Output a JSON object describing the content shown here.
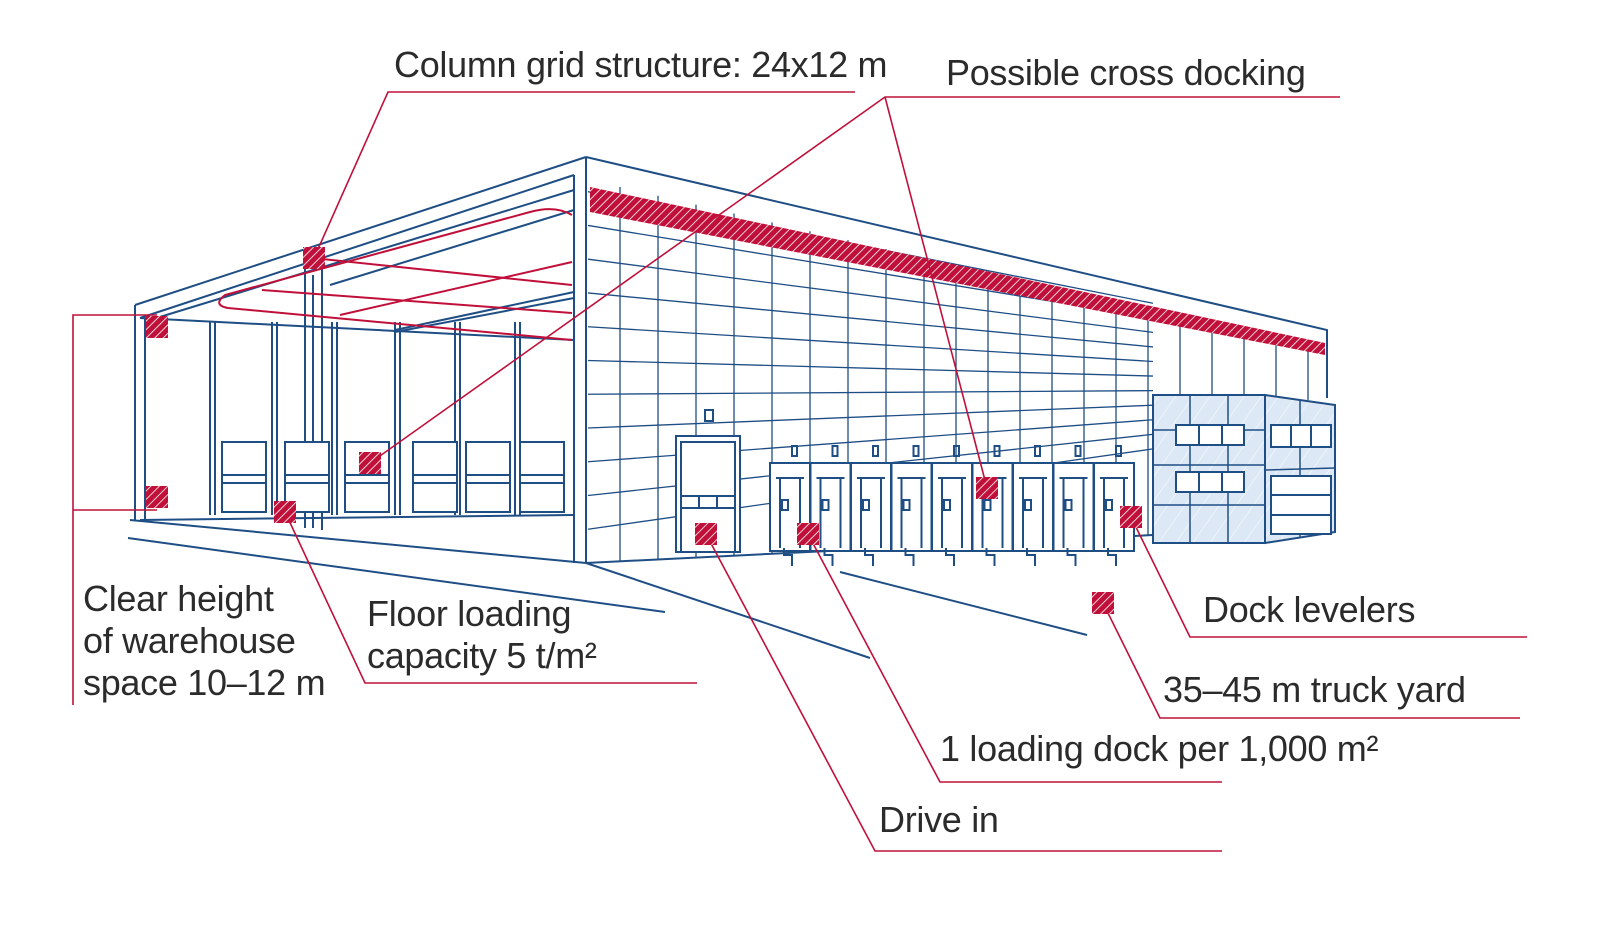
{
  "title": "Warehouse specifications diagram",
  "colors": {
    "structure": "#1f4e85",
    "accent": "#c0103a",
    "office_fill": "#dce8f5"
  },
  "labels": {
    "column_grid": "Column grid structure: 24x12 m",
    "cross_docking": "Possible cross docking",
    "clear_height": [
      "Clear height",
      "of warehouse",
      "space 10–12 m"
    ],
    "floor_loading": [
      "Floor loading",
      "capacity 5 t/m²"
    ],
    "dock_levelers": "Dock levelers",
    "truck_yard": "35–45 m truck yard",
    "loading_dock": "1 loading dock per 1,000 m²",
    "drive_in": "Drive in"
  },
  "dock_door_count": 9
}
